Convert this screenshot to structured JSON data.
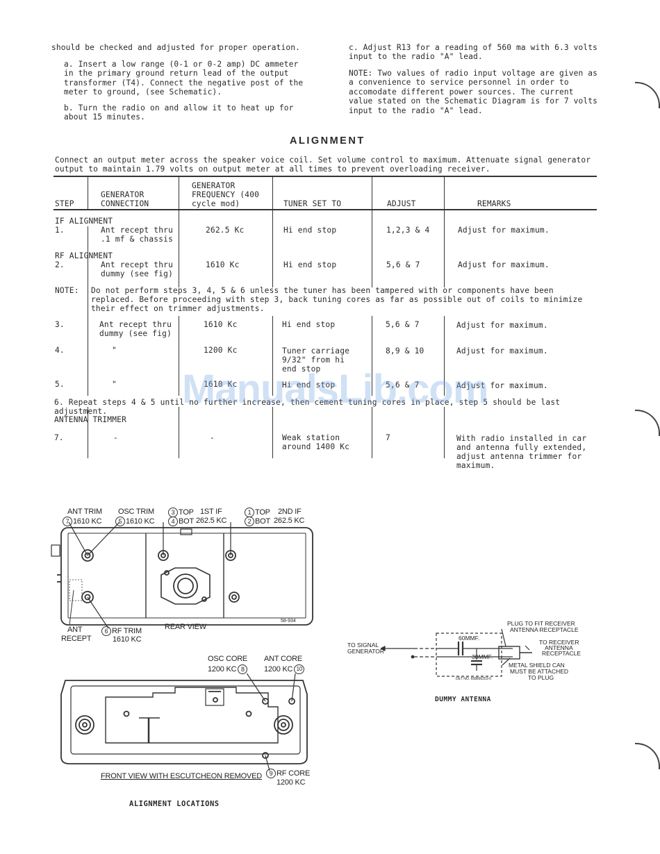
{
  "intro": {
    "left": [
      "should be checked and adjusted for proper operation.",
      "a. Insert a low range (0-1 or 0-2 amp) DC ammeter in the primary ground return lead of the output transformer (T4). Connect the negative post of the meter to ground, (see Schematic).",
      "b. Turn the radio on and allow it to heat up for about 15 minutes."
    ],
    "right": [
      "c. Adjust R13 for a reading of 560 ma with 6.3 volts input to the radio \"A\" lead.",
      "NOTE: Two values of radio input voltage are given as a convenience to service personnel in order to accomodate different power sources. The current value stated on the Schematic Diagram is for 7 volts input to the radio \"A\" lead."
    ]
  },
  "alignment": {
    "title": "ALIGNMENT",
    "instructions": "Connect an output meter across the speaker voice coil. Set volume control to maximum. Attenuate signal generator output to maintain 1.79 volts on output meter at all times to prevent overloading receiver.",
    "headers": {
      "step": "STEP",
      "connection": "GENERATOR CONNECTION",
      "frequency": "GENERATOR FREQUENCY (400 cycle mod)",
      "tuner": "TUNER SET TO",
      "adjust": "ADJUST",
      "remarks": "REMARKS"
    },
    "section_if": "IF ALIGNMENT",
    "section_rf": "RF ALIGNMENT",
    "section_ant": "ANTENNA TRIMMER",
    "rows": [
      {
        "step": "1.",
        "connection": "Ant recept thru .1 mf & chassis",
        "frequency": "262.5 Kc",
        "tuner": "Hi end stop",
        "adjust": "1,2,3 & 4",
        "remarks": "Adjust for maximum."
      },
      {
        "step": "2.",
        "connection": "Ant recept thru dummy (see fig)",
        "frequency": "1610 Kc",
        "tuner": "Hi end stop",
        "adjust": "5,6 & 7",
        "remarks": "Adjust for maximum."
      },
      {
        "step": "3.",
        "connection": "Ant recept thru dummy (see fig)",
        "frequency": "1610 Kc",
        "tuner": "Hi end stop",
        "adjust": "5,6 & 7",
        "remarks": "Adjust for maximum."
      },
      {
        "step": "4.",
        "connection": "\"",
        "frequency": "1200 Kc",
        "tuner": "Tuner carriage 9/32\" from hi end stop",
        "adjust": "8,9 & 10",
        "remarks": "Adjust for maximum."
      },
      {
        "step": "5.",
        "connection": "\"",
        "frequency": "1610 Kc",
        "tuner": "Hi end stop",
        "adjust": "5,6 & 7",
        "remarks": "Adjust for maximum."
      },
      {
        "step": "7.",
        "connection": "-",
        "frequency": "-",
        "tuner": "Weak station around 1400 Kc",
        "adjust": "7",
        "remarks": "With radio installed in car and antenna fully extended, adjust antenna trimmer for maximum."
      }
    ],
    "note_label": "NOTE:",
    "note_text": "Do not perform steps 3, 4, 5 & 6 unless the tuner has been tampered with or components have been replaced. Before proceeding with step 3, back tuning cores as far as possible out of coils to minimize their effect on trimmer adjustments.",
    "step6": "6. Repeat steps 4 & 5 until no further increase, then cement tuning cores in place, step 5 should be last adjustment."
  },
  "watermark": "ManualsLib.com",
  "rear_view": {
    "ant_trim": "ANT TRIM",
    "ant_trim_num": "7",
    "ant_trim_freq": "1610 KC",
    "osc_trim": "OSC TRIM",
    "osc_trim_num": "5",
    "osc_trim_freq": "1610 KC",
    "first_if_top_num": "3",
    "first_if_top": "TOP",
    "first_if_label": "1ST IF",
    "first_if_bot_num": "4",
    "first_if_bot": "BOT",
    "first_if_freq": "262.5 KC",
    "second_if_top_num": "1",
    "second_if_top": "TOP",
    "second_if_label": "2ND IF",
    "second_if_bot_num": "2",
    "second_if_bot": "BOT",
    "second_if_freq": "262.5 KC",
    "ant_recept": "ANT",
    "ant_recept2": "RECEPT",
    "rf_trim_num": "6",
    "rf_trim": "RF TRIM",
    "rf_trim_freq": "1610 KC",
    "caption": "REAR VIEW",
    "part_no": "58-934"
  },
  "front_view": {
    "osc_core": "OSC CORE",
    "osc_core_freq": "1200 KC",
    "osc_core_num": "8",
    "ant_core": "ANT CORE",
    "ant_core_freq": "1200 KC",
    "ant_core_num": "10",
    "rf_core_num": "9",
    "rf_core": "RF CORE",
    "rf_core_freq": "1200 KC",
    "caption": "FRONT VIEW WITH ESCUTCHEON REMOVED"
  },
  "alignment_locations_caption": "ALIGNMENT LOCATIONS",
  "dummy_antenna": {
    "plug1": "PLUG TO FIT RECEIVER",
    "plug2": "ANTENNA RECEPTACLE",
    "to_receiver1": "TO RECEIVER",
    "to_receiver2": "ANTENNA",
    "to_receiver3": "RECEPTACLE",
    "to_signal1": "TO SIGNAL",
    "to_signal2": "GENERATOR",
    "cap1": "60MMF.",
    "cap2": "30MMF.",
    "shield1": "METAL SHIELD CAN",
    "shield2": "MUST BE ATTACHED",
    "shield3": "TO PLUG",
    "det_no": "DET NO. 658890253-0",
    "caption": "DUMMY ANTENNA"
  }
}
